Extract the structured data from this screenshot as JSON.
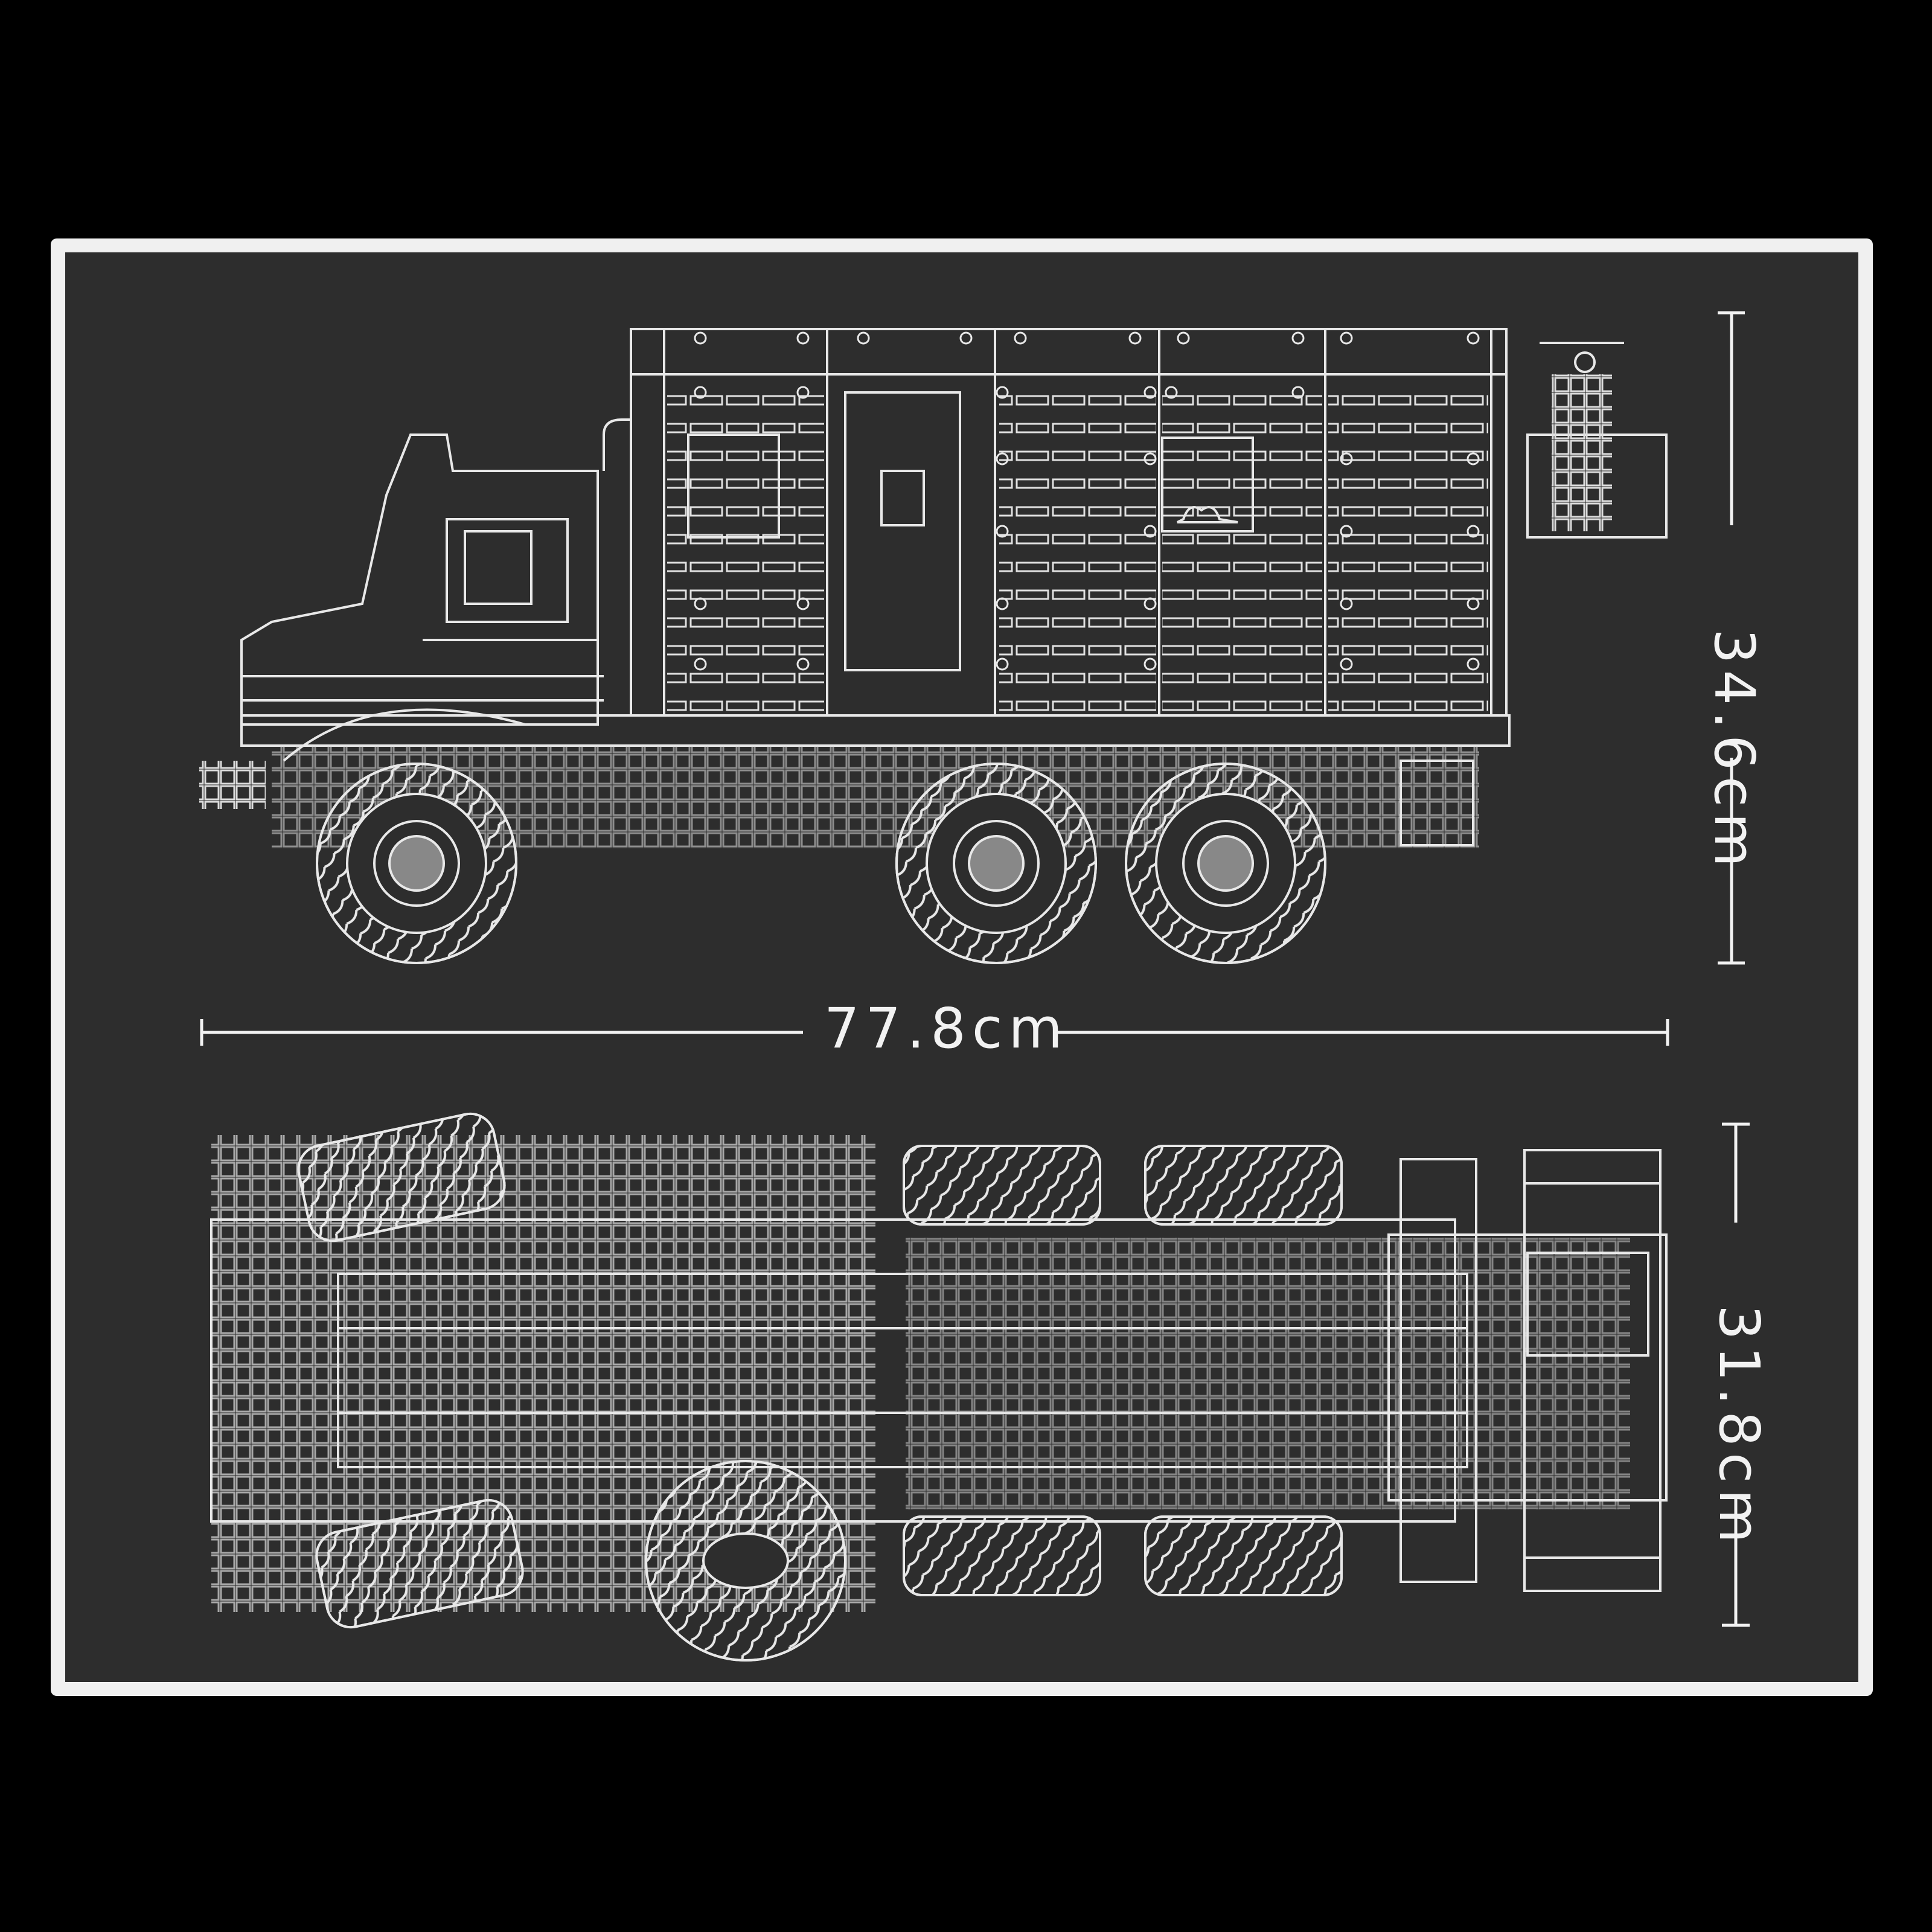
{
  "diagram": {
    "subject": "6x6 off-road cargo truck building-block model",
    "views": [
      {
        "name": "side-view",
        "label": ""
      },
      {
        "name": "top-view",
        "label": ""
      }
    ],
    "dimensions": {
      "length": {
        "value": "77.8cm",
        "orientation": "horizontal"
      },
      "height": {
        "value": "34.6cm",
        "orientation": "vertical"
      },
      "width": {
        "value": "31.8cm",
        "orientation": "vertical"
      }
    },
    "colors": {
      "background": "#000000",
      "frame": "#f0f0f0",
      "panel": "#2d2d2d",
      "linework": "#e8e8e8"
    }
  }
}
